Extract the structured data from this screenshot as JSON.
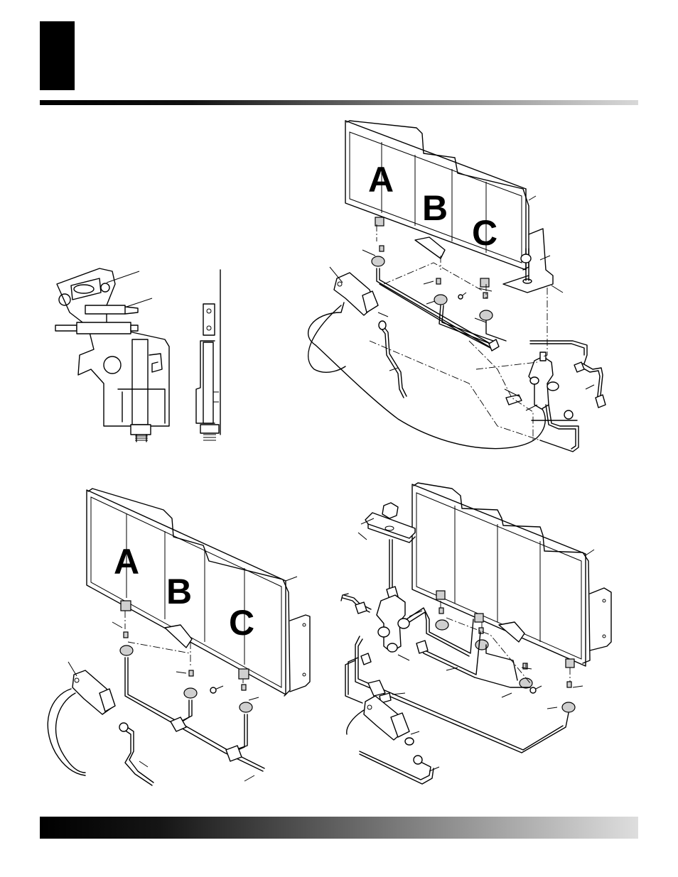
{
  "figures": {
    "top_right": {
      "burner_labels": [
        "A",
        "B",
        "C"
      ]
    },
    "bottom_left": {
      "burner_labels": [
        "A",
        "B",
        "C"
      ]
    }
  }
}
